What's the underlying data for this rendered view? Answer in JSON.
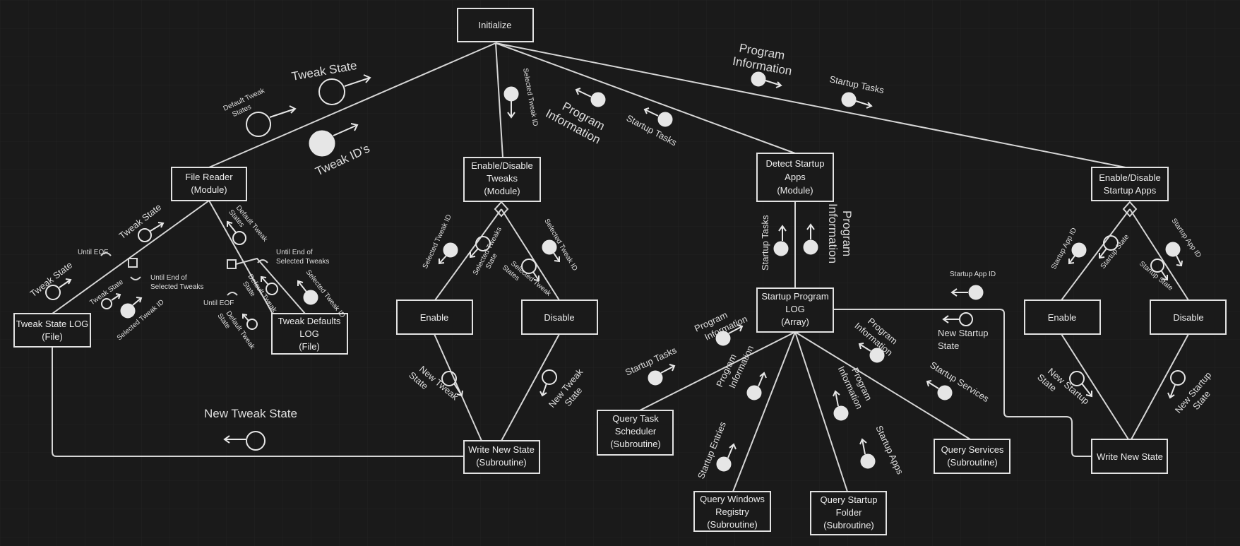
{
  "nodes": {
    "initialize": [
      "Initialize"
    ],
    "file_reader": [
      "File Reader",
      "(Module)"
    ],
    "enable_disable_tweaks": [
      "Enable/Disable",
      "Tweaks",
      "(Module)"
    ],
    "detect_startup_apps": [
      "Detect Startup",
      "Apps",
      "(Module)"
    ],
    "enable_disable_startup_apps": [
      "Enable/Disable",
      "Startup Apps"
    ],
    "tweak_state_log": [
      "Tweak State LOG",
      "(File)"
    ],
    "tweak_defaults_log": [
      "Tweak Defaults",
      "LOG",
      "(File)"
    ],
    "enable_tweak": [
      "Enable"
    ],
    "disable_tweak": [
      "Disable"
    ],
    "write_new_state_tweak": [
      "Write New State",
      "(Subroutine)"
    ],
    "startup_program_log": [
      "Startup Program",
      "LOG",
      "(Array)"
    ],
    "query_task_scheduler": [
      "Query Task",
      "Scheduler",
      "(Subroutine)"
    ],
    "query_windows_registry": [
      "Query Windows",
      "Registry",
      "(Subroutine)"
    ],
    "query_startup_folder": [
      "Query Startup",
      "Folder",
      "(Subroutine)"
    ],
    "query_services": [
      "Query Services",
      "(Subroutine)"
    ],
    "enable_startup": [
      "Enable"
    ],
    "disable_startup": [
      "Disable"
    ],
    "write_new_state_startup": [
      "Write New State"
    ]
  },
  "labels": {
    "default_tweak_states_top": [
      "Default Tweak",
      "States"
    ],
    "tweak_state_top": [
      "Tweak State"
    ],
    "tweak_ids": [
      "Tweak ID's"
    ],
    "selected_tweak_id_top": [
      "Selected Tweak ID"
    ],
    "program_information_mid": [
      "Program",
      "Information"
    ],
    "startup_tasks_mid": [
      "Startup Tasks"
    ],
    "program_information_right": [
      "Program",
      "Information"
    ],
    "startup_tasks_right": [
      "Startup Tasks"
    ],
    "tweak_state_fr": [
      "Tweak State"
    ],
    "default_tweak_states_fr": [
      "Default Tweak",
      "States"
    ],
    "until_eof_1": [
      "Until EOF"
    ],
    "until_end_sel_1": [
      "Until End of",
      "Selected Tweaks"
    ],
    "tweak_state_left": [
      "Tweak State"
    ],
    "tweak_state_small": [
      "Tweak State"
    ],
    "selected_tweak_id_left": [
      "Selected Tweak ID"
    ],
    "until_eof_2": [
      "Until EOF"
    ],
    "default_tweak_state_1": [
      "Default Tweak",
      "State"
    ],
    "default_tweak_state_2": [
      "Default Tweak",
      "State"
    ],
    "until_end_sel_2": [
      "Until End of",
      "Selected Tweaks"
    ],
    "selected_tweak_id_right": [
      "Selected Tweak ID"
    ],
    "selected_tweak_id_edt_l": [
      "Selected Tweak ID"
    ],
    "selected_tweaks_state": [
      "Selected Tweaks",
      "State"
    ],
    "selected_tweak_id_edt_r": [
      "Selected Tweak ID"
    ],
    "selected_tweak_states": [
      "Selected Tweak",
      "States"
    ],
    "new_tweak_state_l": [
      "New Tweak",
      "State"
    ],
    "new_tweak_state_r": [
      "New Tweak",
      "State"
    ],
    "new_tweak_state_big": [
      "New Tweak State"
    ],
    "startup_tasks_vert": [
      "Startup Tasks"
    ],
    "program_information_vert": [
      "Program",
      "Information"
    ],
    "program_information_spl": [
      "Program",
      "Information"
    ],
    "startup_tasks_spl": [
      "Startup Tasks"
    ],
    "program_information_reg": [
      "Program",
      "Information"
    ],
    "startup_entries": [
      "Startup Entries"
    ],
    "program_information_fold": [
      "Program",
      "Information"
    ],
    "startup_apps": [
      "Startup Apps"
    ],
    "program_information_spr": [
      "Program",
      "Information"
    ],
    "startup_services": [
      "Startup Services"
    ],
    "startup_app_id_top": [
      "Startup App ID"
    ],
    "new_startup_state_top": [
      "New Startup",
      "State"
    ],
    "startup_app_id_l": [
      "Startup App ID"
    ],
    "startup_state_l": [
      "Startup State"
    ],
    "startup_app_id_r": [
      "Startup App ID"
    ],
    "startup_state_r": [
      "Startup State"
    ],
    "new_startup_state_l": [
      "New Startup",
      "State"
    ],
    "new_startup_state_r": [
      "New Startup",
      "State"
    ]
  }
}
